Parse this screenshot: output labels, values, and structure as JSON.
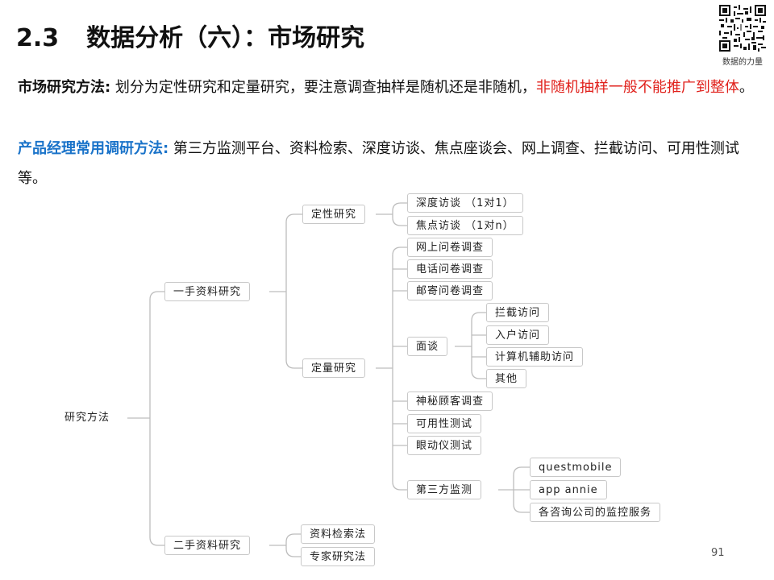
{
  "title": {
    "number": "2.3",
    "text": "数据分析（六）：市场研究"
  },
  "qr_caption": "数据的力量",
  "para1": {
    "label": "市场研究方法:",
    "text": " 划分为定性研究和定量研究，要注意调查抽样是随机还是非随机，",
    "highlight": "非随机抽样一般不能推广到整体",
    "end": "。"
  },
  "para2": {
    "label": "产品经理常用调研方法:",
    "text": " 第三方监测平台、资料检索、深度访谈、焦点座谈会、网上调查、拦截访问、可用性测试等。"
  },
  "mindmap": {
    "root": "研究方法",
    "primary": "一手资料研究",
    "secondary": "二手资料研究",
    "qualitative": "定性研究",
    "quantitative": "定量研究",
    "qual_items": [
      "深度访谈 （1对1）",
      "焦点访谈 （1对n）"
    ],
    "quant_items": [
      "网上问卷调查",
      "电话问卷调查",
      "邮寄问卷调查",
      "面谈",
      "神秘顾客调查",
      "可用性测试",
      "眼动仪测试",
      "第三方监测"
    ],
    "interview_items": [
      "拦截访问",
      "入户访问",
      "计算机辅助访问",
      "其他"
    ],
    "monitor_items": [
      "questmobile",
      "app annie",
      "各咨询公司的监控服务"
    ],
    "secondary_items": [
      "资料检索法",
      "专家研究法"
    ]
  },
  "page_number": "91"
}
